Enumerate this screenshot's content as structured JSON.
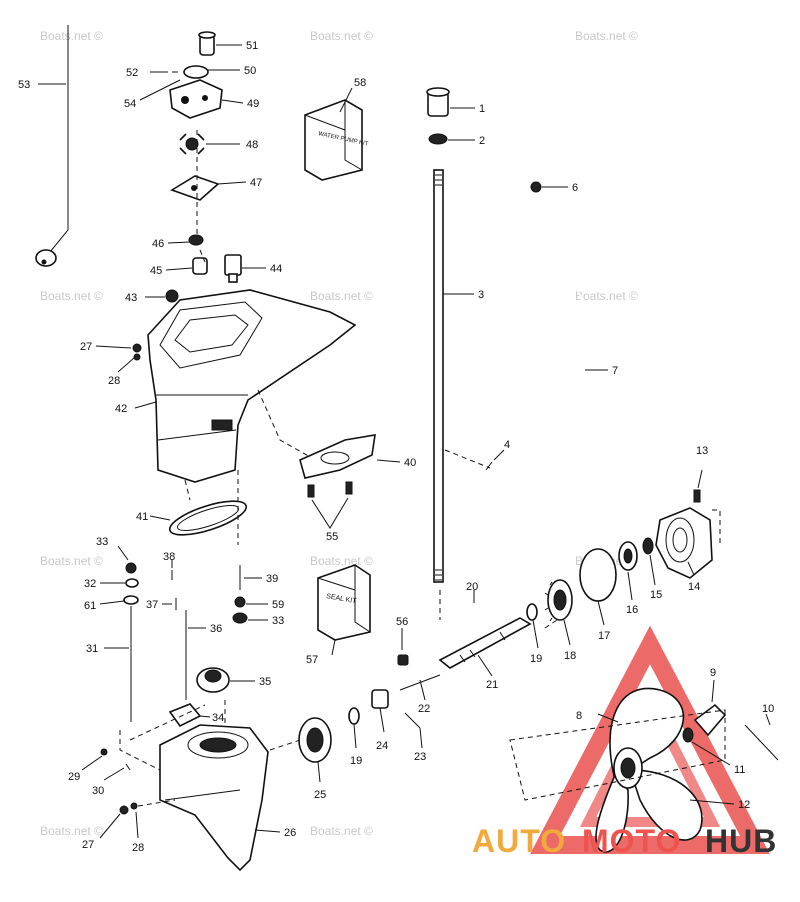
{
  "watermark_text": "Boats.net ©",
  "logo": {
    "part1": "AUTO",
    "part2": "MOTO",
    "part3": "HUB",
    "colors": {
      "part1": "#f2a93b",
      "part2": "#ef5350",
      "part3": "#333333",
      "triangle": "#e53935"
    }
  },
  "kit_labels": {
    "water_pump_kit": "WATER PUMP KIT",
    "seal_kit": "SEAL KIT"
  },
  "parts": [
    "1",
    "2",
    "3",
    "4",
    "6",
    "7",
    "8",
    "9",
    "10",
    "11",
    "12",
    "13",
    "14",
    "15",
    "16",
    "17",
    "18",
    "19",
    "20",
    "21",
    "22",
    "23",
    "24",
    "25",
    "26",
    "27",
    "28",
    "29",
    "30",
    "31",
    "32",
    "33",
    "34",
    "35",
    "36",
    "37",
    "38",
    "39",
    "40",
    "41",
    "42",
    "43",
    "44",
    "45",
    "46",
    "47",
    "48",
    "49",
    "50",
    "51",
    "52",
    "53",
    "54",
    "55",
    "56",
    "57",
    "58",
    "59",
    "61"
  ]
}
